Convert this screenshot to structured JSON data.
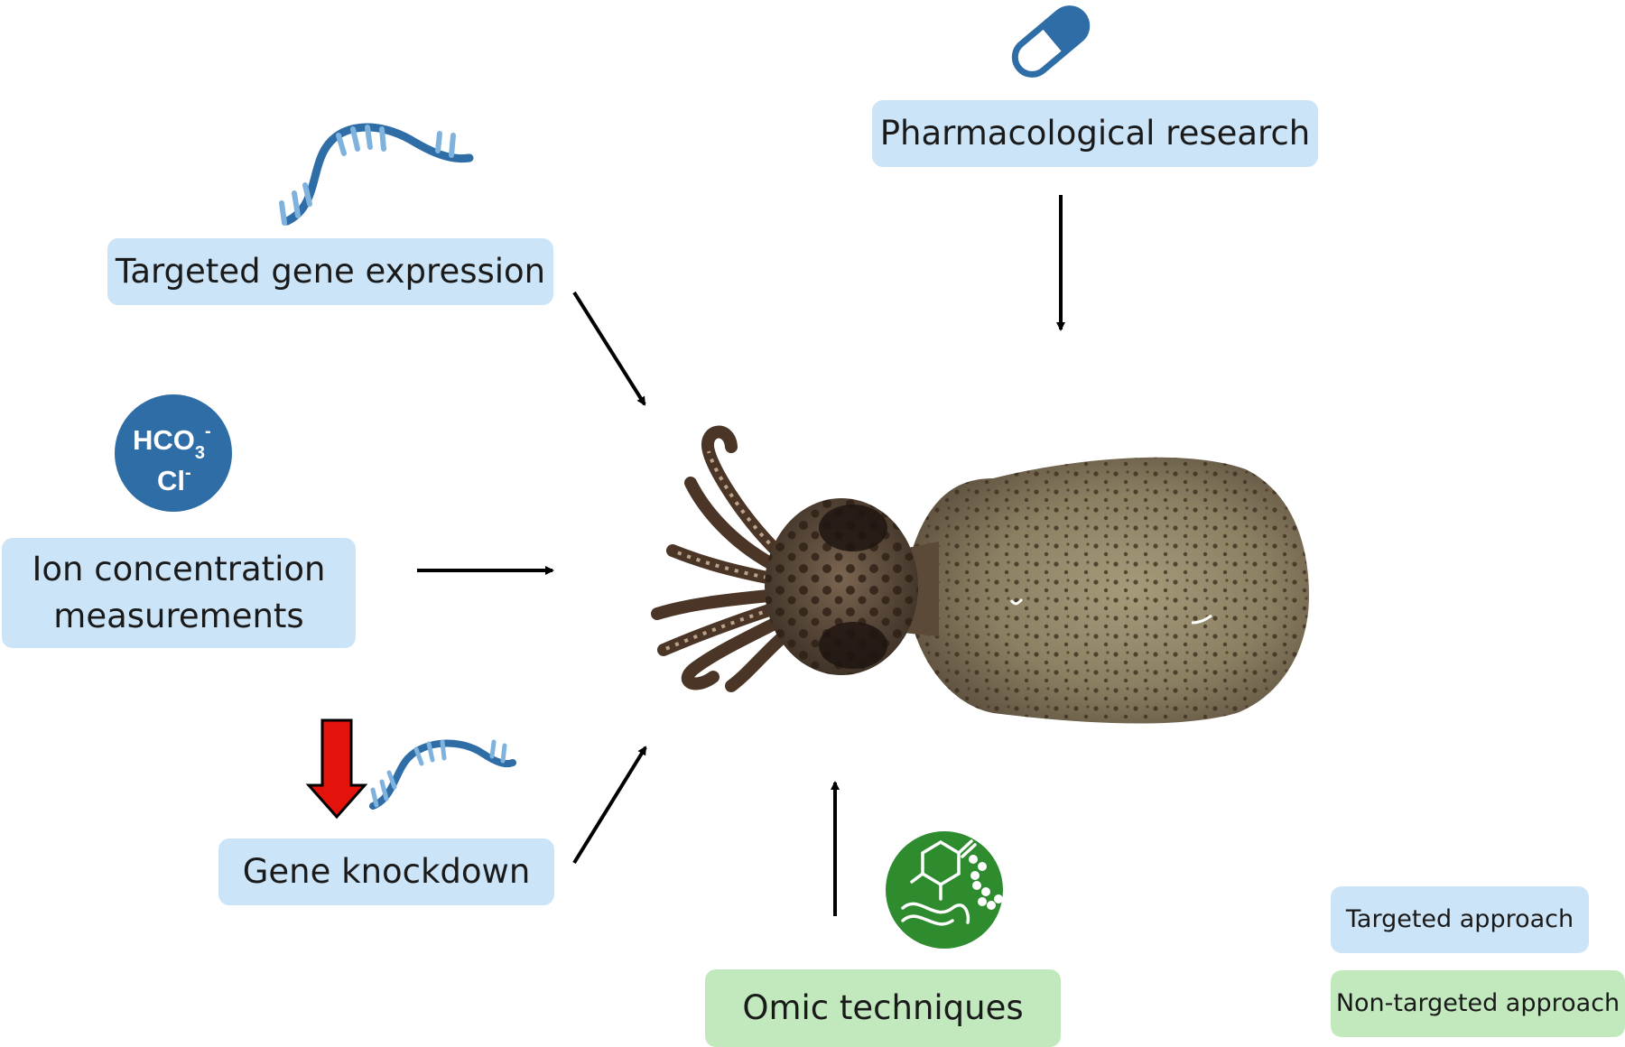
{
  "methods": {
    "pharmacological": "Pharmacological research",
    "targeted_gene_expression": "Targeted gene expression",
    "ion_measurements": "Ion concentration\nmeasurements",
    "gene_knockdown": "Gene knockdown",
    "omic": "Omic techniques"
  },
  "ion_icon": {
    "line1": "HCO",
    "sub": "3",
    "sup1": "-",
    "line2": "Cl",
    "sup2": "-"
  },
  "legend": {
    "targeted": "Targeted approach",
    "non_targeted": "Non-targeted approach"
  },
  "colors": {
    "targeted_box": "#cce4f7",
    "non_targeted_box": "#c2e8bd",
    "icon_blue": "#2f6da6",
    "icon_green": "#2e8b2e",
    "knockdown_arrow": "#e3120b",
    "arrow": "#000000"
  },
  "icons": [
    "capsule-icon",
    "rna-strand-icon",
    "ion-circle-icon",
    "down-arrow-icon",
    "omics-icon",
    "squid-image"
  ]
}
